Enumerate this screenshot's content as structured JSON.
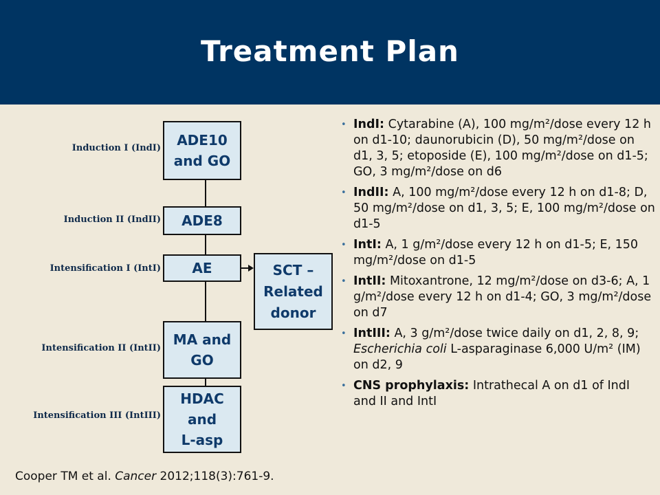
{
  "title": "Treatment Plan",
  "stages": [
    {
      "label": "Induction I (IndI)",
      "box": "ADE10\nand GO"
    },
    {
      "label": "Induction II (IndII)",
      "box": "ADE8"
    },
    {
      "label": "Intensification I (IntI)",
      "box": "AE"
    },
    {
      "label": "Intensification II (IntII)",
      "box": "MA and\nGO"
    },
    {
      "label": "Intensification III (IntIII)",
      "box": "HDAC\nand\nL-asp"
    }
  ],
  "side_box": "SCT –\nRelated\ndonor",
  "bullets": [
    {
      "term": "IndI:",
      "text": "Cytarabine (A), 100 mg/m²/dose every 12 h on d1-10; daunorubicin (D), 50 mg/m²/dose on d1, 3, 5; etoposide (E), 100 mg/m²/dose on d1-5; GO, 3 mg/m²/dose on d6"
    },
    {
      "term": "IndII:",
      "text": "A, 100 mg/m²/dose every 12 h on d1-8; D, 50 mg/m²/dose on d1, 3, 5; E, 100 mg/m²/dose on d1-5"
    },
    {
      "term": "IntI:",
      "text": "A, 1 g/m²/dose every 12 h on d1-5; E, 150 mg/m²/dose on d1-5"
    },
    {
      "term": "IntII:",
      "text": "Mitoxantrone, 12 mg/m²/dose on d3-6; A, 1 g/m²/dose every 12 h on d1-4; GO, 3 mg/m²/dose on d7"
    },
    {
      "term": "IntIII:",
      "text_before": "A, 3 g/m²/dose twice daily on d1, 2, 8, 9; ",
      "italic": "Escherichia coli",
      "text_after": " L-asparaginase 6,000 U/m² (IM) on d2, 9"
    },
    {
      "term": "CNS prophylaxis:",
      "text": "Intrathecal A on d1 of IndI and II and IntI"
    }
  ],
  "citation": {
    "authors": "Cooper TM et al. ",
    "journal": "Cancer",
    "ref": " 2012;118(3):761-9."
  }
}
